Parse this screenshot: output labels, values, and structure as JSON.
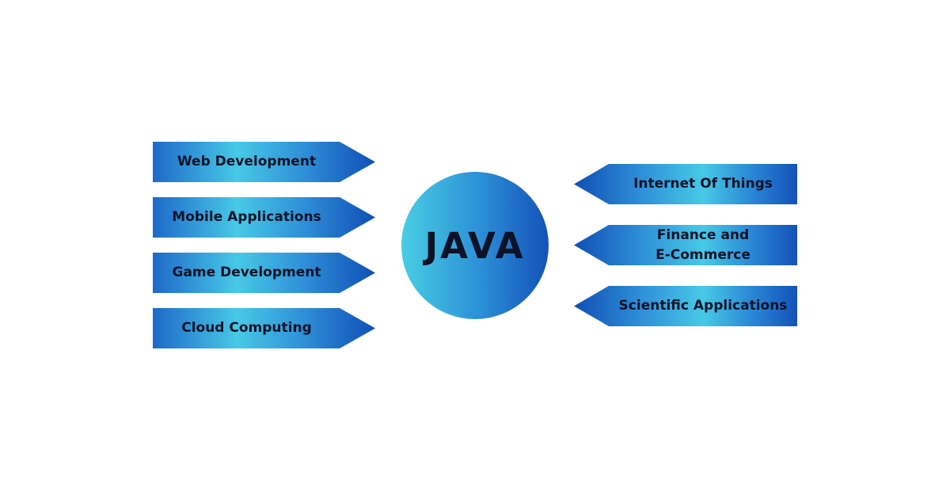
{
  "center": {
    "label": "JAVA"
  },
  "left_items": [
    {
      "label": "Web Development"
    },
    {
      "label": "Mobile Applications"
    },
    {
      "label": "Game Development"
    },
    {
      "label": "Cloud Computing"
    }
  ],
  "right_items": [
    {
      "label": "Internet Of Things"
    },
    {
      "label": "Finance and\nE-Commerce"
    },
    {
      "label": "Scientific Applications"
    }
  ],
  "colors": {
    "gradient_light": "#48cde3",
    "gradient_dark": "#1352b8",
    "text": "#0d1226",
    "background": "#ffffff"
  }
}
